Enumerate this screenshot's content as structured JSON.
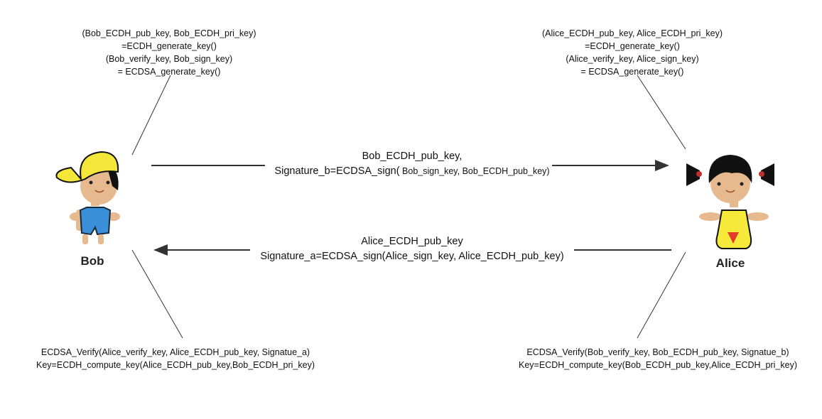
{
  "bob": {
    "name": "Bob",
    "setup": [
      "(Bob_ECDH_pub_key, Bob_ECDH_pri_key)",
      "=ECDH_generate_key()",
      "(Bob_verify_key, Bob_sign_key)",
      "= ECDSA_generate_key()"
    ],
    "finish": [
      "ECDSA_Verify(Alice_verify_key, Alice_ECDH_pub_key, Signatue_a)",
      "Key=ECDH_compute_key(Alice_ECDH_pub_key,Bob_ECDH_pri_key)"
    ]
  },
  "alice": {
    "name": "Alice",
    "setup": [
      "(Alice_ECDH_pub_key, Alice_ECDH_pri_key)",
      "=ECDH_generate_key()",
      "(Alice_verify_key, Alice_sign_key)",
      "= ECDSA_generate_key()"
    ],
    "finish": [
      "ECDSA_Verify(Bob_verify_key, Bob_ECDH_pub_key, Signatue_b)",
      "Key=ECDH_compute_key(Bob_ECDH_pub_key,Alice_ECDH_pri_key)"
    ]
  },
  "messages": {
    "bob_to_alice": {
      "line1": "Bob_ECDH_pub_key,",
      "line2_prefix": "Signature_b=ECDSA_sign(",
      "line2_args": " Bob_sign_key, Bob_ECDH_pub_key)"
    },
    "alice_to_bob": {
      "line1": "Alice_ECDH_pub_key",
      "line2": "Signature_a=ECDSA_sign(Alice_sign_key, Alice_ECDH_pub_key)"
    }
  }
}
